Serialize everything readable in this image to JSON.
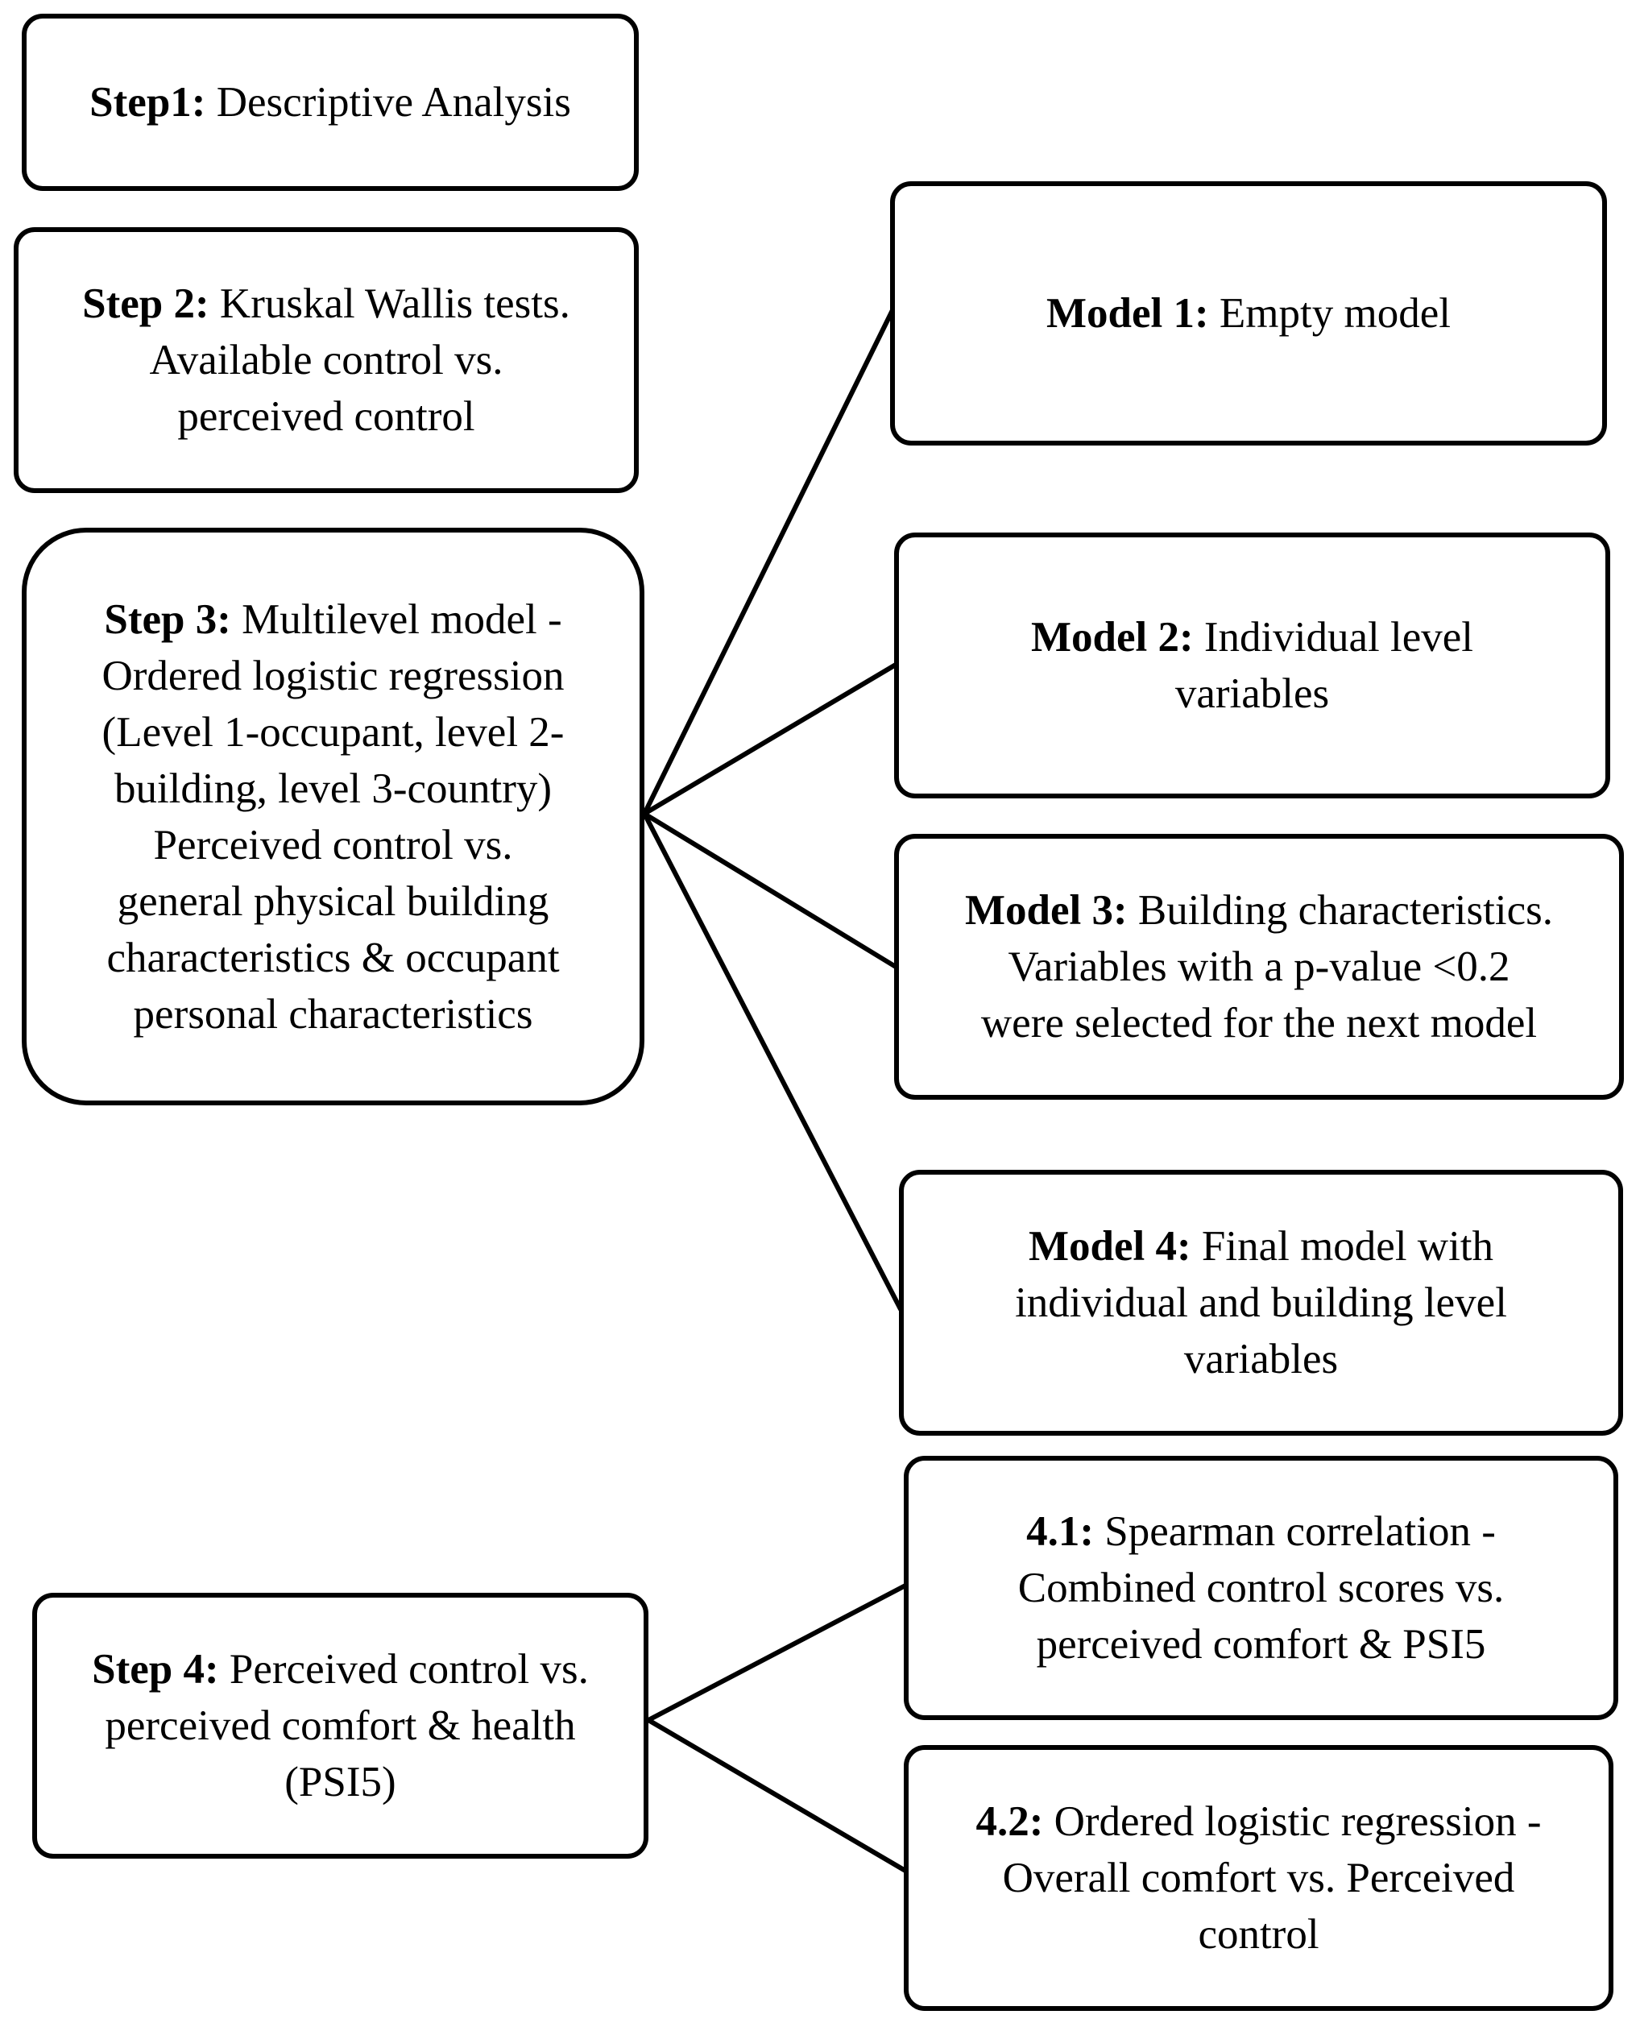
{
  "steps": {
    "step1": {
      "label": "Step1:",
      "text": "Descriptive Analysis"
    },
    "step2": {
      "label": "Step 2:",
      "lines": [
        "Kruskal Wallis tests.",
        "Available control vs.",
        "perceived control"
      ]
    },
    "step3": {
      "label": "Step 3:",
      "lines": [
        "Multilevel model -",
        "Ordered logistic regression",
        "(Level 1-occupant, level 2-",
        "building, level 3-country)",
        "Perceived control vs.",
        "general physical building",
        "characteristics & occupant",
        "personal characteristics"
      ]
    },
    "step4": {
      "label": "Step 4:",
      "lines": [
        "Perceived control vs.",
        "perceived comfort & health",
        "(PSI5)"
      ]
    }
  },
  "models": {
    "model1": {
      "label": "Model 1:",
      "lines": [
        "Empty model"
      ]
    },
    "model2": {
      "label": "Model 2:",
      "lines": [
        "Individual level",
        "variables"
      ]
    },
    "model3": {
      "label": "Model 3:",
      "lines": [
        "Building characteristics.",
        "Variables with a p-value <0.2",
        "were selected for the next model"
      ]
    },
    "model4": {
      "label": "Model 4:",
      "lines": [
        "Final model with",
        "individual and building level",
        "variables"
      ]
    }
  },
  "substeps": {
    "s41": {
      "label": "4.1:",
      "lines": [
        "Spearman correlation -",
        "Combined control scores vs.",
        "perceived comfort & PSI5"
      ]
    },
    "s42": {
      "label": "4.2:",
      "lines": [
        "Ordered logistic regression -",
        "Overall comfort vs. Perceived",
        "control"
      ]
    }
  }
}
